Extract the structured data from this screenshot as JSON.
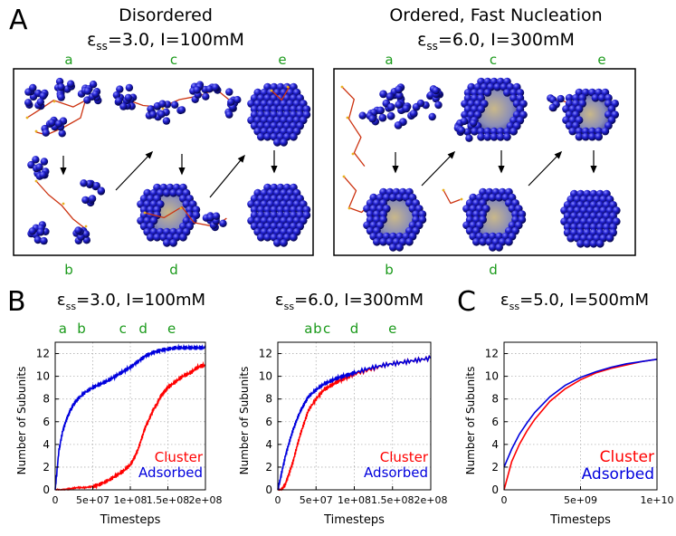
{
  "panels": {
    "A": {
      "label": "A",
      "left": {
        "title": "Disordered",
        "condition": {
          "eps": "ε",
          "sub": "ss",
          "rest": "=3.0, I=100mM"
        },
        "top_letters": [
          "a",
          "c",
          "e"
        ],
        "bottom_letters": [
          "b",
          "d"
        ]
      },
      "right": {
        "title": "Ordered, Fast Nucleation",
        "condition": {
          "eps": "ε",
          "sub": "ss",
          "rest": "=6.0, I=300mM"
        },
        "top_letters": [
          "a",
          "c",
          "e"
        ],
        "bottom_letters": [
          "b",
          "d"
        ]
      }
    },
    "B": {
      "label": "B"
    },
    "C": {
      "label": "C"
    }
  },
  "colors": {
    "cluster": "#ff0000",
    "adsorbed": "#0000dd",
    "stage_letters": "#1a9a1a",
    "capsid": "#1a1acc",
    "rna": "#cc3311"
  },
  "chart_data": [
    {
      "type": "line",
      "condition": {
        "eps": "ε",
        "sub": "ss",
        "rest": "=3.0, I=100mM"
      },
      "xlabel": "Timesteps",
      "ylabel": "Number of Subunits",
      "xlim": [
        0,
        200000000.0
      ],
      "ylim": [
        0,
        13
      ],
      "xticks": [
        0,
        50000000.0,
        100000000.0,
        150000000.0,
        200000000.0
      ],
      "xtick_labels": [
        "0",
        "5e+07",
        "1e+08",
        "1.5e+08",
        "2e+08"
      ],
      "yticks": [
        0,
        2,
        4,
        6,
        8,
        10,
        12
      ],
      "ytick_labels": [
        "0",
        "2",
        "4",
        "6",
        "8",
        "10",
        "12"
      ],
      "grid": true,
      "stage_markers": [
        {
          "label": "a",
          "x": 10000000.0
        },
        {
          "label": "b",
          "x": 35000000.0
        },
        {
          "label": "c",
          "x": 90000000.0
        },
        {
          "label": "d",
          "x": 117000000.0
        },
        {
          "label": "e",
          "x": 155000000.0
        }
      ],
      "legend_entries": [
        "Cluster",
        "Adsorbed"
      ],
      "legend_position": "bottom-right",
      "series": [
        {
          "name": "Cluster",
          "x": [
            0,
            10000000.0,
            20000000.0,
            30000000.0,
            40000000.0,
            50000000.0,
            60000000.0,
            70000000.0,
            80000000.0,
            90000000.0,
            100000000.0,
            105000000.0,
            110000000.0,
            115000000.0,
            120000000.0,
            125000000.0,
            130000000.0,
            135000000.0,
            140000000.0,
            145000000.0,
            150000000.0,
            160000000.0,
            170000000.0,
            180000000.0,
            190000000.0,
            200000000.0
          ],
          "y": [
            0,
            0,
            0.1,
            0.2,
            0.2,
            0.3,
            0.5,
            0.8,
            1.2,
            1.6,
            2.2,
            2.8,
            3.5,
            4.5,
            5.5,
            6.2,
            7.0,
            7.5,
            8.2,
            8.6,
            9.0,
            9.5,
            10.0,
            10.3,
            10.8,
            11.0
          ]
        },
        {
          "name": "Adsorbed",
          "x": [
            0,
            5000000.0,
            10000000.0,
            15000000.0,
            20000000.0,
            25000000.0,
            30000000.0,
            40000000.0,
            50000000.0,
            60000000.0,
            70000000.0,
            80000000.0,
            90000000.0,
            100000000.0,
            110000000.0,
            120000000.0,
            130000000.0,
            140000000.0,
            150000000.0,
            160000000.0,
            170000000.0,
            180000000.0,
            190000000.0,
            200000000.0
          ],
          "y": [
            0,
            3.5,
            5.2,
            6.2,
            7.0,
            7.6,
            8.0,
            8.6,
            9.0,
            9.3,
            9.6,
            10.0,
            10.4,
            10.8,
            11.3,
            11.8,
            12.1,
            12.3,
            12.4,
            12.5,
            12.5,
            12.5,
            12.5,
            12.5
          ]
        }
      ]
    },
    {
      "type": "line",
      "condition": {
        "eps": "ε",
        "sub": "ss",
        "rest": "=6.0, I=300mM"
      },
      "xlabel": "Timesteps",
      "ylabel": "Number of Subunits",
      "xlim": [
        0,
        200000000.0
      ],
      "ylim": [
        0,
        13
      ],
      "xticks": [
        0,
        50000000.0,
        100000000.0,
        150000000.0,
        200000000.0
      ],
      "xtick_labels": [
        "0",
        "5e+07",
        "1e+08",
        "1.5e+08",
        "2e+08"
      ],
      "yticks": [
        0,
        2,
        4,
        6,
        8,
        10,
        12
      ],
      "ytick_labels": [
        "0",
        "2",
        "4",
        "6",
        "8",
        "10",
        "12"
      ],
      "grid": true,
      "stage_markers": [
        {
          "label": "a",
          "x": 40000000.0
        },
        {
          "label": "b",
          "x": 52000000.0
        },
        {
          "label": "c",
          "x": 64000000.0
        },
        {
          "label": "d",
          "x": 100000000.0
        },
        {
          "label": "e",
          "x": 150000000.0
        }
      ],
      "legend_entries": [
        "Cluster",
        "Adsorbed"
      ],
      "legend_position": "bottom-right",
      "series": [
        {
          "name": "Cluster",
          "x": [
            0,
            5000000.0,
            10000000.0,
            15000000.0,
            20000000.0,
            25000000.0,
            30000000.0,
            35000000.0,
            40000000.0,
            50000000.0,
            60000000.0,
            70000000.0,
            80000000.0,
            90000000.0,
            100000000.0,
            120000000.0,
            140000000.0,
            160000000.0,
            180000000.0,
            200000000.0
          ],
          "y": [
            0,
            0,
            0.5,
            1.5,
            2.5,
            3.8,
            5.0,
            6.0,
            7.0,
            8.0,
            8.8,
            9.2,
            9.6,
            9.9,
            10.2,
            10.6,
            11.0,
            11.2,
            11.4,
            11.6
          ]
        },
        {
          "name": "Adsorbed",
          "x": [
            0,
            5000000.0,
            10000000.0,
            15000000.0,
            20000000.0,
            25000000.0,
            30000000.0,
            35000000.0,
            40000000.0,
            50000000.0,
            60000000.0,
            70000000.0,
            80000000.0,
            90000000.0,
            100000000.0,
            120000000.0,
            140000000.0,
            160000000.0,
            180000000.0,
            200000000.0
          ],
          "y": [
            0,
            1.5,
            3.0,
            4.2,
            5.3,
            6.2,
            7.0,
            7.6,
            8.2,
            8.8,
            9.3,
            9.6,
            9.9,
            10.1,
            10.3,
            10.7,
            11.0,
            11.2,
            11.4,
            11.6
          ]
        }
      ]
    },
    {
      "type": "line",
      "condition": {
        "eps": "ε",
        "sub": "ss",
        "rest": "=5.0, I=500mM"
      },
      "xlabel": "Timesteps",
      "ylabel": "Number of Subunits",
      "xlim": [
        0,
        10000000000.0
      ],
      "ylim": [
        0,
        13
      ],
      "xticks": [
        0,
        5000000000.0,
        10000000000.0
      ],
      "xtick_labels": [
        "0",
        "5e+09",
        "1e+10"
      ],
      "yticks": [
        0,
        2,
        4,
        6,
        8,
        10,
        12
      ],
      "ytick_labels": [
        "0",
        "2",
        "4",
        "6",
        "8",
        "10",
        "12"
      ],
      "grid": true,
      "legend_entries": [
        "Cluster",
        "Adsorbed"
      ],
      "legend_position": "bottom-right",
      "series": [
        {
          "name": "Cluster",
          "x": [
            0,
            500000000.0,
            1000000000.0,
            1500000000.0,
            2000000000.0,
            3000000000.0,
            4000000000.0,
            5000000000.0,
            6000000000.0,
            7000000000.0,
            8000000000.0,
            9000000000.0,
            10000000000.0
          ],
          "y": [
            0,
            2.5,
            4.0,
            5.2,
            6.2,
            7.8,
            8.9,
            9.7,
            10.3,
            10.7,
            11.0,
            11.3,
            11.5
          ]
        },
        {
          "name": "Adsorbed",
          "x": [
            0,
            500000000.0,
            1000000000.0,
            1500000000.0,
            2000000000.0,
            3000000000.0,
            4000000000.0,
            5000000000.0,
            6000000000.0,
            7000000000.0,
            8000000000.0,
            9000000000.0,
            10000000000.0
          ],
          "y": [
            2.0,
            3.6,
            4.9,
            5.9,
            6.8,
            8.2,
            9.2,
            9.9,
            10.4,
            10.8,
            11.1,
            11.3,
            11.5
          ]
        }
      ]
    }
  ]
}
